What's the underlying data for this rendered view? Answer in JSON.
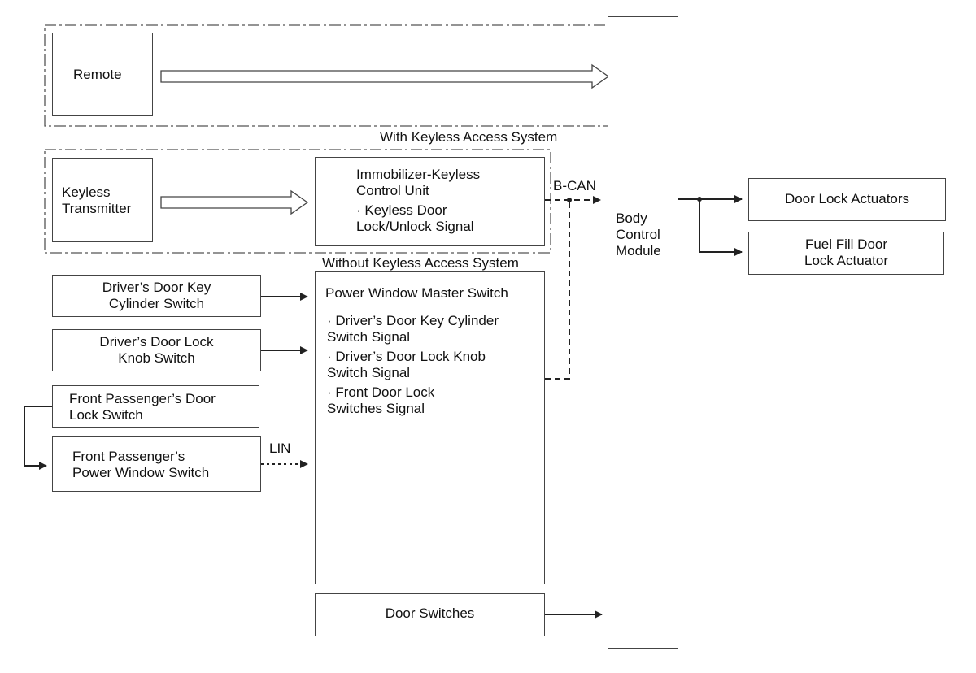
{
  "regions": {
    "with_keyless": "With Keyless Access System",
    "without_keyless": "Without Keyless Access System"
  },
  "blocks": {
    "remote": "Remote",
    "keyless_transmitter": "Keyless\nTransmitter",
    "immobilizer_unit": "Immobilizer-Keyless\nControl Unit",
    "immobilizer_signal": "· Keyless Door\nLock/Unlock Signal",
    "driver_key_cylinder_switch": "Driver’s Door Key\nCylinder Switch",
    "driver_lock_knob_switch": "Driver’s Door Lock\nKnob Switch",
    "front_passenger_lock_switch": "Front Passenger’s Door\nLock Switch",
    "front_passenger_window_switch": "Front Passenger’s\nPower Window Switch",
    "pwms_title": "Power Window Master Switch",
    "pwms_signal_1": "· Driver’s Door Key Cylinder\nSwitch Signal",
    "pwms_signal_2": "· Driver’s Door Lock Knob\nSwitch Signal",
    "pwms_signal_3": "· Front Door Lock\nSwitches Signal",
    "door_switches": "Door Switches",
    "body_control_module": "Body\nControl\nModule",
    "door_lock_actuators": "Door Lock Actuators",
    "fuel_fill_door_actuator": "Fuel Fill Door\nLock Actuator"
  },
  "bus_labels": {
    "bcan": "B-CAN",
    "lin": "LIN"
  },
  "colors": {
    "line": "#222222",
    "box_border": "#444444",
    "region_border": "#555555"
  }
}
